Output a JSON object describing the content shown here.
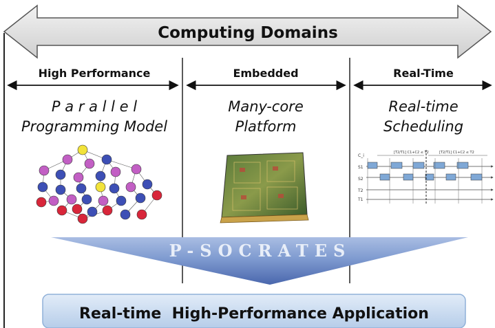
{
  "banner": {
    "title": "Computing Domains"
  },
  "columns": [
    {
      "header": "High Performance",
      "caption_line1": "P a r a l l e l",
      "caption_line2": "Programming Model"
    },
    {
      "header": "Embedded",
      "caption_line1": "Many-core",
      "caption_line2": "Platform"
    },
    {
      "header": "Real-Time",
      "caption_line1": "Real-time",
      "caption_line2": "Scheduling"
    }
  ],
  "schedule": {
    "row_labels": [
      "C_i",
      "S1",
      "S2",
      "T2",
      "T1"
    ],
    "formula_left": "[T2/T1] C1+C2 ≤ T2",
    "formula_right": "[T2/T1] C1+C2 ≤ T2"
  },
  "funnel": {
    "label": "P-SOCRATES"
  },
  "application": {
    "label": "Real-time  High-Performance Application"
  },
  "colors": {
    "banner_fill": "#d9d9d9",
    "funnel_fill": "#7f9bd0",
    "funnel_text": "#e8eef8",
    "app_box_fill": "#c9dbf0",
    "graph_yellow": "#f2e33a",
    "graph_magenta": "#c25fc4",
    "graph_blue": "#3d4fb5",
    "graph_red": "#d8263a",
    "schedule_bar": "#7fa8d6"
  }
}
